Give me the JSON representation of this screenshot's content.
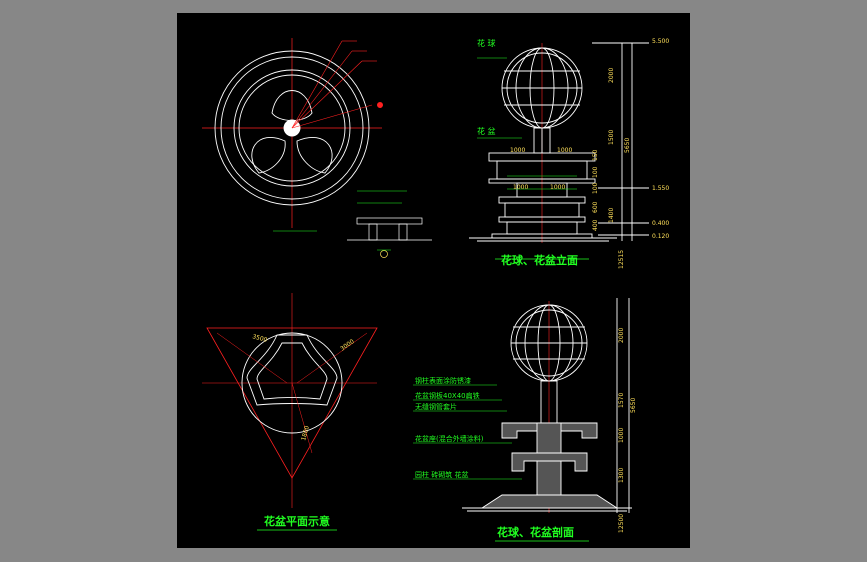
{
  "titles": {
    "elevation": "花球、花盆立面",
    "section": "花球、花盆剖面",
    "plan": "花盆平面示意"
  },
  "elevation": {
    "label_ball": "花 球",
    "label_pot": "花 盆",
    "dims_horizontal": [
      "1000",
      "1000",
      "1000",
      "1000"
    ],
    "dims_vertical": [
      "2000",
      "1500",
      "150",
      "100",
      "100",
      "600",
      "400",
      "1400"
    ],
    "total_height": "5650",
    "elevation_top": "5.500",
    "elevation_mid": "1.550",
    "elevation_low": "0.400",
    "elevation_base": "0.120",
    "base_value": "12515"
  },
  "section": {
    "notes": [
      "钢柱表面涂防锈漆",
      "花盆钢板40X40扁铁",
      "无缝钢管套片",
      "花盆座(混合外墙涂料)",
      "园柱 砖砌筑 花盆"
    ],
    "dims_vertical": [
      "2000",
      "1570",
      "1000",
      "1300"
    ],
    "total_height": "5650",
    "base_value": "12500"
  },
  "plan": {
    "dims": [
      "3500",
      "3000",
      "1800"
    ]
  },
  "colors": {
    "background": "#000000",
    "line": "#ffffff",
    "axis": "#ff2020",
    "text": "#21ff21",
    "dimension": "#ffe05a"
  }
}
